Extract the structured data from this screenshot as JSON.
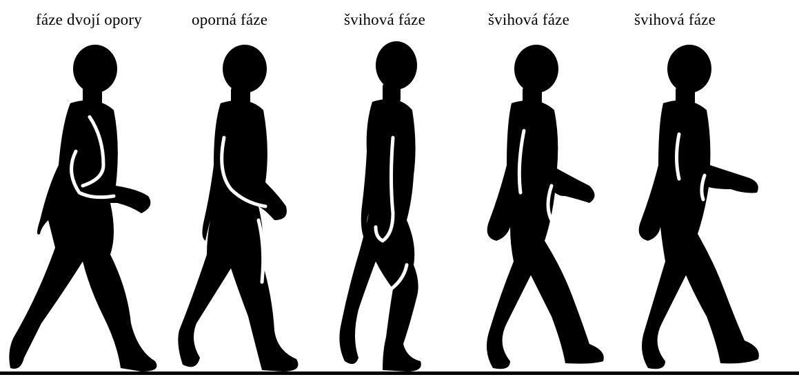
{
  "phases": [
    {
      "label": "fáze dvojí opory"
    },
    {
      "label": "oporná fáze"
    },
    {
      "label": "švihová fáze"
    },
    {
      "label": "švihová fáze"
    },
    {
      "label": "švihová fáze"
    }
  ],
  "colors": {
    "background": "#ffffff",
    "silhouette": "#000000",
    "highlight": "#ffffff"
  }
}
